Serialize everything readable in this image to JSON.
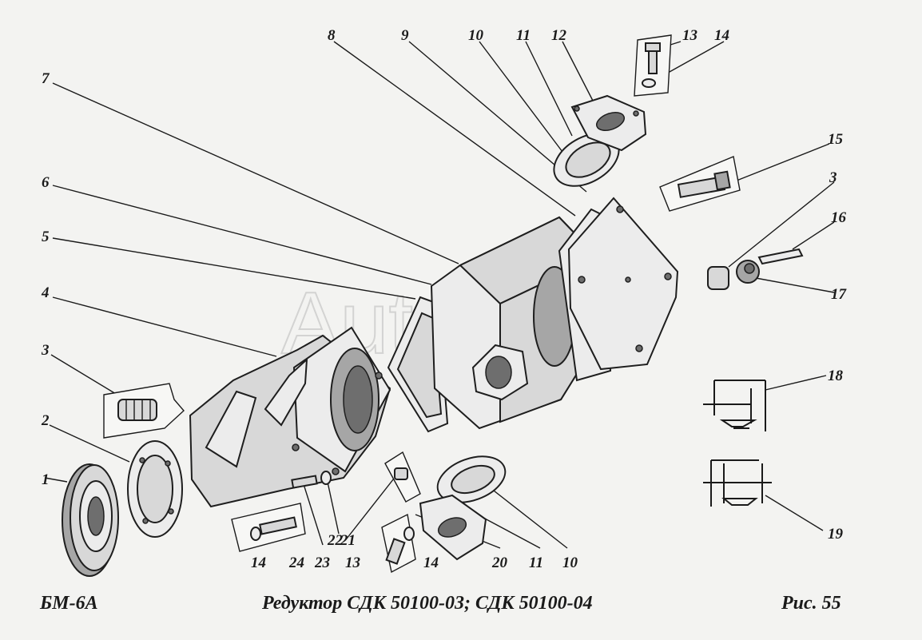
{
  "footer": {
    "model": "БМ-6А",
    "title": "Редуктор  СДК 50100-03; СДК 50100-04",
    "figure": "Рис.   55"
  },
  "watermark": "AutoSoft",
  "callouts": [
    {
      "id": "c1",
      "text": "1"
    },
    {
      "id": "c2",
      "text": "2"
    },
    {
      "id": "c3a",
      "text": "3"
    },
    {
      "id": "c4",
      "text": "4"
    },
    {
      "id": "c5",
      "text": "5"
    },
    {
      "id": "c6",
      "text": "6"
    },
    {
      "id": "c7",
      "text": "7"
    },
    {
      "id": "c8",
      "text": "8"
    },
    {
      "id": "c9",
      "text": "9"
    },
    {
      "id": "c10a",
      "text": "10"
    },
    {
      "id": "c11a",
      "text": "11"
    },
    {
      "id": "c12",
      "text": "12"
    },
    {
      "id": "c13a",
      "text": "13"
    },
    {
      "id": "c14a",
      "text": "14"
    },
    {
      "id": "c15",
      "text": "15"
    },
    {
      "id": "c3b",
      "text": "3"
    },
    {
      "id": "c16",
      "text": "16"
    },
    {
      "id": "c17",
      "text": "17"
    },
    {
      "id": "c18",
      "text": "18"
    },
    {
      "id": "c19",
      "text": "19"
    },
    {
      "id": "c14b",
      "text": "14"
    },
    {
      "id": "c24",
      "text": "24"
    },
    {
      "id": "c23",
      "text": "23"
    },
    {
      "id": "c22",
      "text": "22"
    },
    {
      "id": "c21",
      "text": "21"
    },
    {
      "id": "c13b",
      "text": "13"
    },
    {
      "id": "c14c",
      "text": "14"
    },
    {
      "id": "c20",
      "text": "20"
    },
    {
      "id": "c11b",
      "text": "11"
    },
    {
      "id": "c10b",
      "text": "10"
    }
  ]
}
